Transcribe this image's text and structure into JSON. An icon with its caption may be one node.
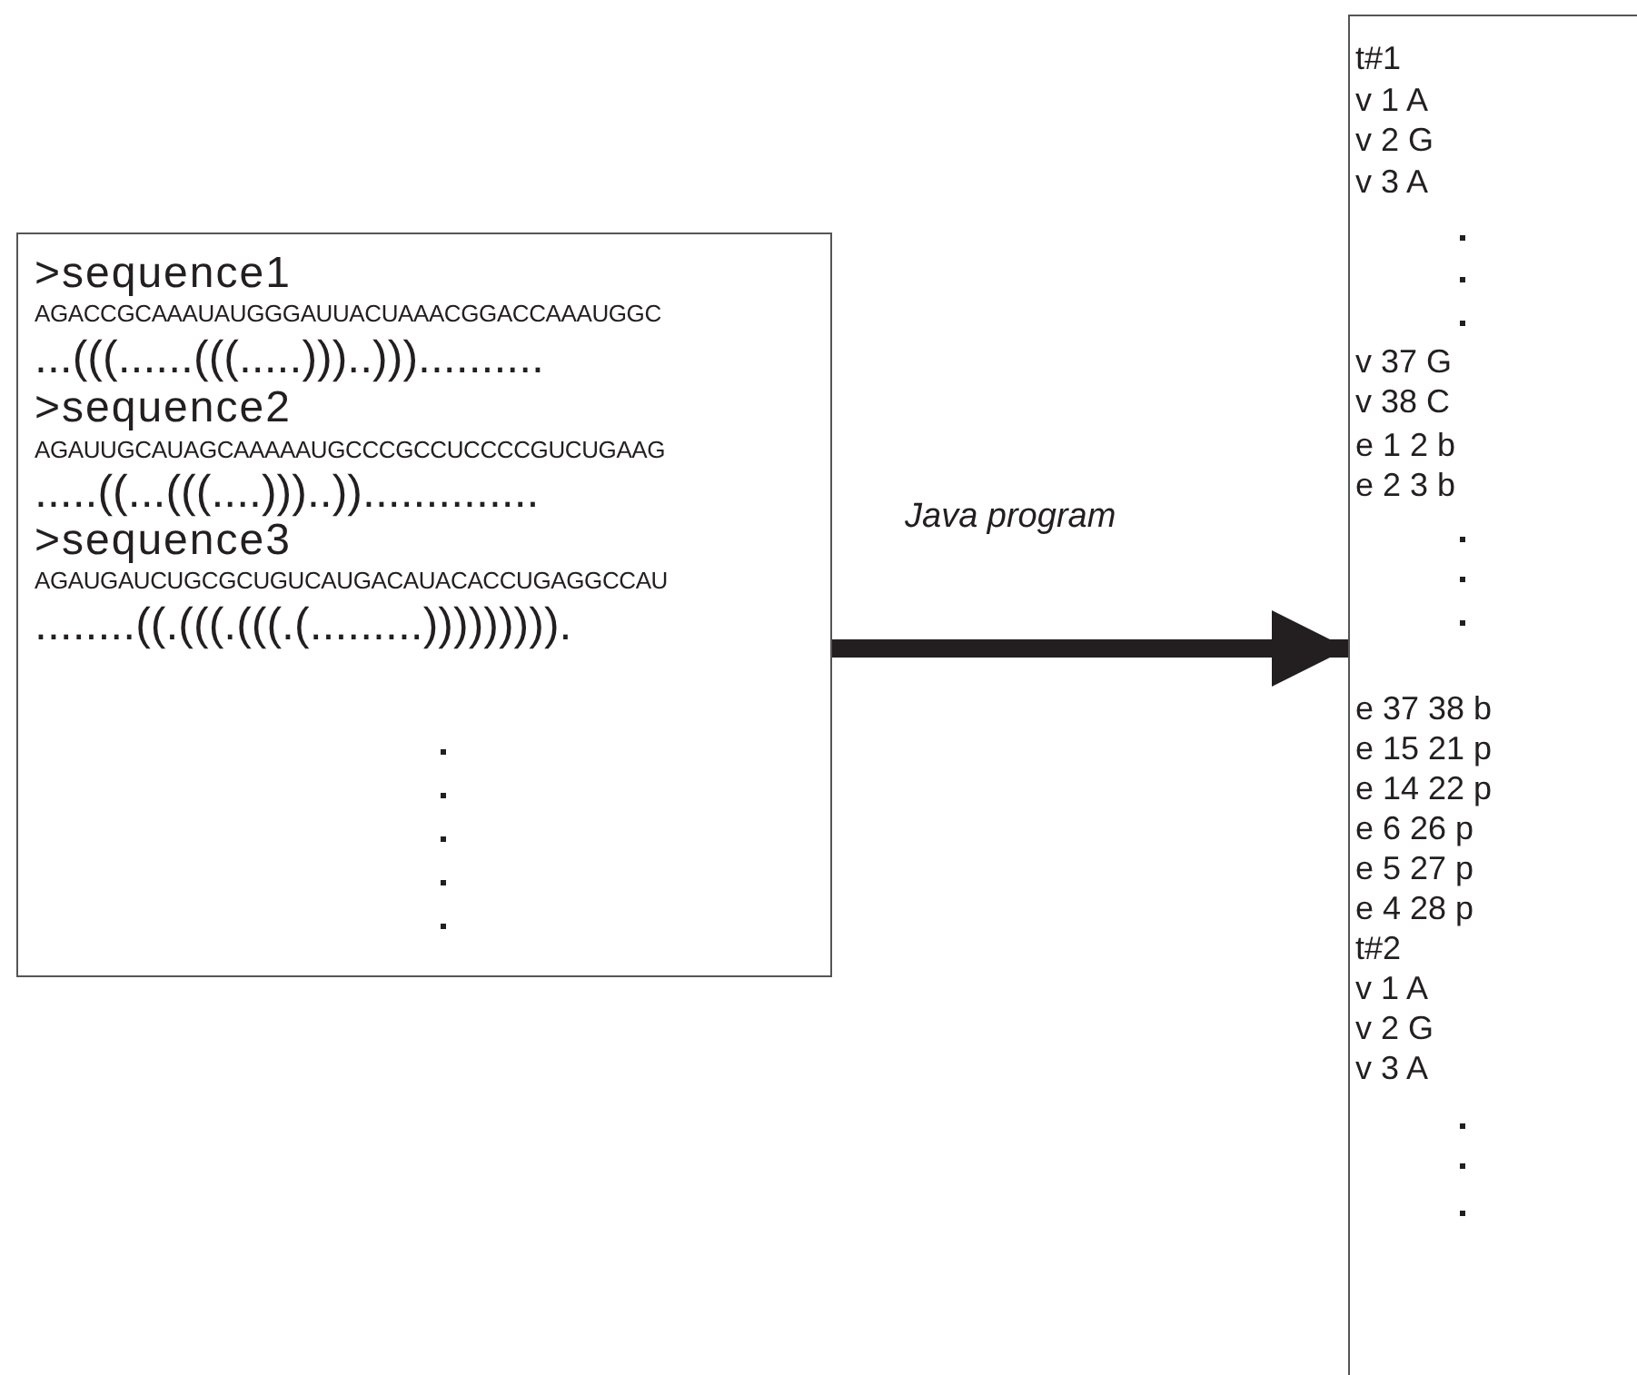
{
  "diagram": {
    "nodes": [
      {
        "text": [
          ">sequence1",
          "AGACCGCAAAUAUGGGAUUACUAAACGGACCAAAUGGC",
          "...(((......(((.....)))..)))..........",
          ">sequence2",
          "AGAUUGCAUAGCAAAAAUGCCCGCCUCCCCGUCUGAAG",
          ".....((...(((....)))..))..............",
          ">sequence3",
          "AGAUGAUCUGCGCUGUCAUGACAUACACCUGAGGCCAU",
          "........((.(((.(((.(.........)))))))))."
        ]
      },
      {
        "text": [
          "t#1",
          "v 1 A",
          "v 2 G",
          "v 3 A",
          "v 37 G",
          "v 38 C",
          "e 1 2 b",
          "e 2 3 b",
          "e 37 38 b",
          "e 15 21 p",
          "e 14 22 p",
          "e 6 26 p",
          "e 5 27 p",
          "e 4 28 p",
          "t#2",
          "v 1 A",
          "v 2 G",
          "v 3 A"
        ]
      }
    ],
    "edges": [
      {
        "from": 0,
        "to": 1,
        "arrow": "to",
        "label": "Java program"
      }
    ]
  }
}
